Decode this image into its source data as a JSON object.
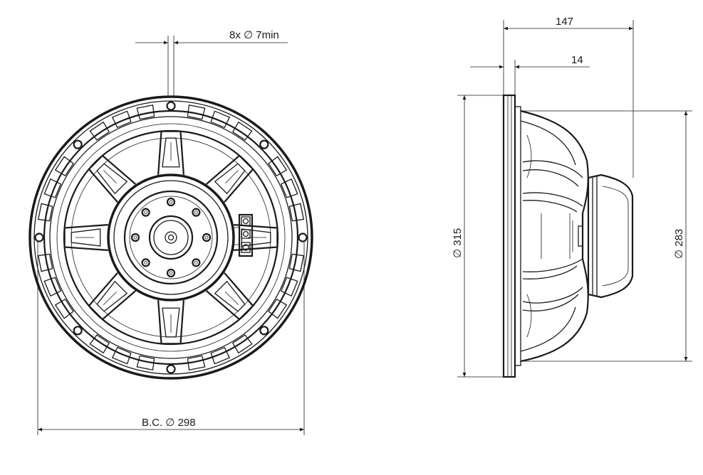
{
  "dimensions": {
    "holes": "8x ∅ 7min",
    "bolt_circle": "B.C. ∅ 298",
    "depth": "147",
    "flange_thickness": "14",
    "outer_diameter": "∅ 315",
    "cutout_diameter": "∅ 283"
  },
  "colors": {
    "line": "#1a1a1a",
    "background": "#ffffff"
  }
}
